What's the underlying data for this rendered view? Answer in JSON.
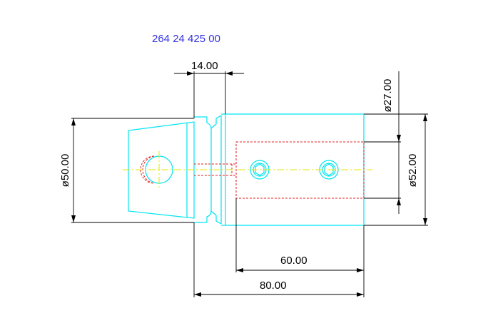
{
  "drawing": {
    "part_number": "264 24 425 00",
    "dimensions": {
      "width_top": "14.00",
      "dia_left": "ø50.00",
      "dia_inner_right": "ø27.00",
      "dia_outer_right": "ø52.00",
      "length_60": "60.00",
      "length_80": "80.00"
    },
    "colors": {
      "outline": "#00e5f0",
      "hidden": "#e02020",
      "centerline": "#e6e600",
      "dimension": "#000000",
      "part_number": "#3333dd"
    }
  }
}
